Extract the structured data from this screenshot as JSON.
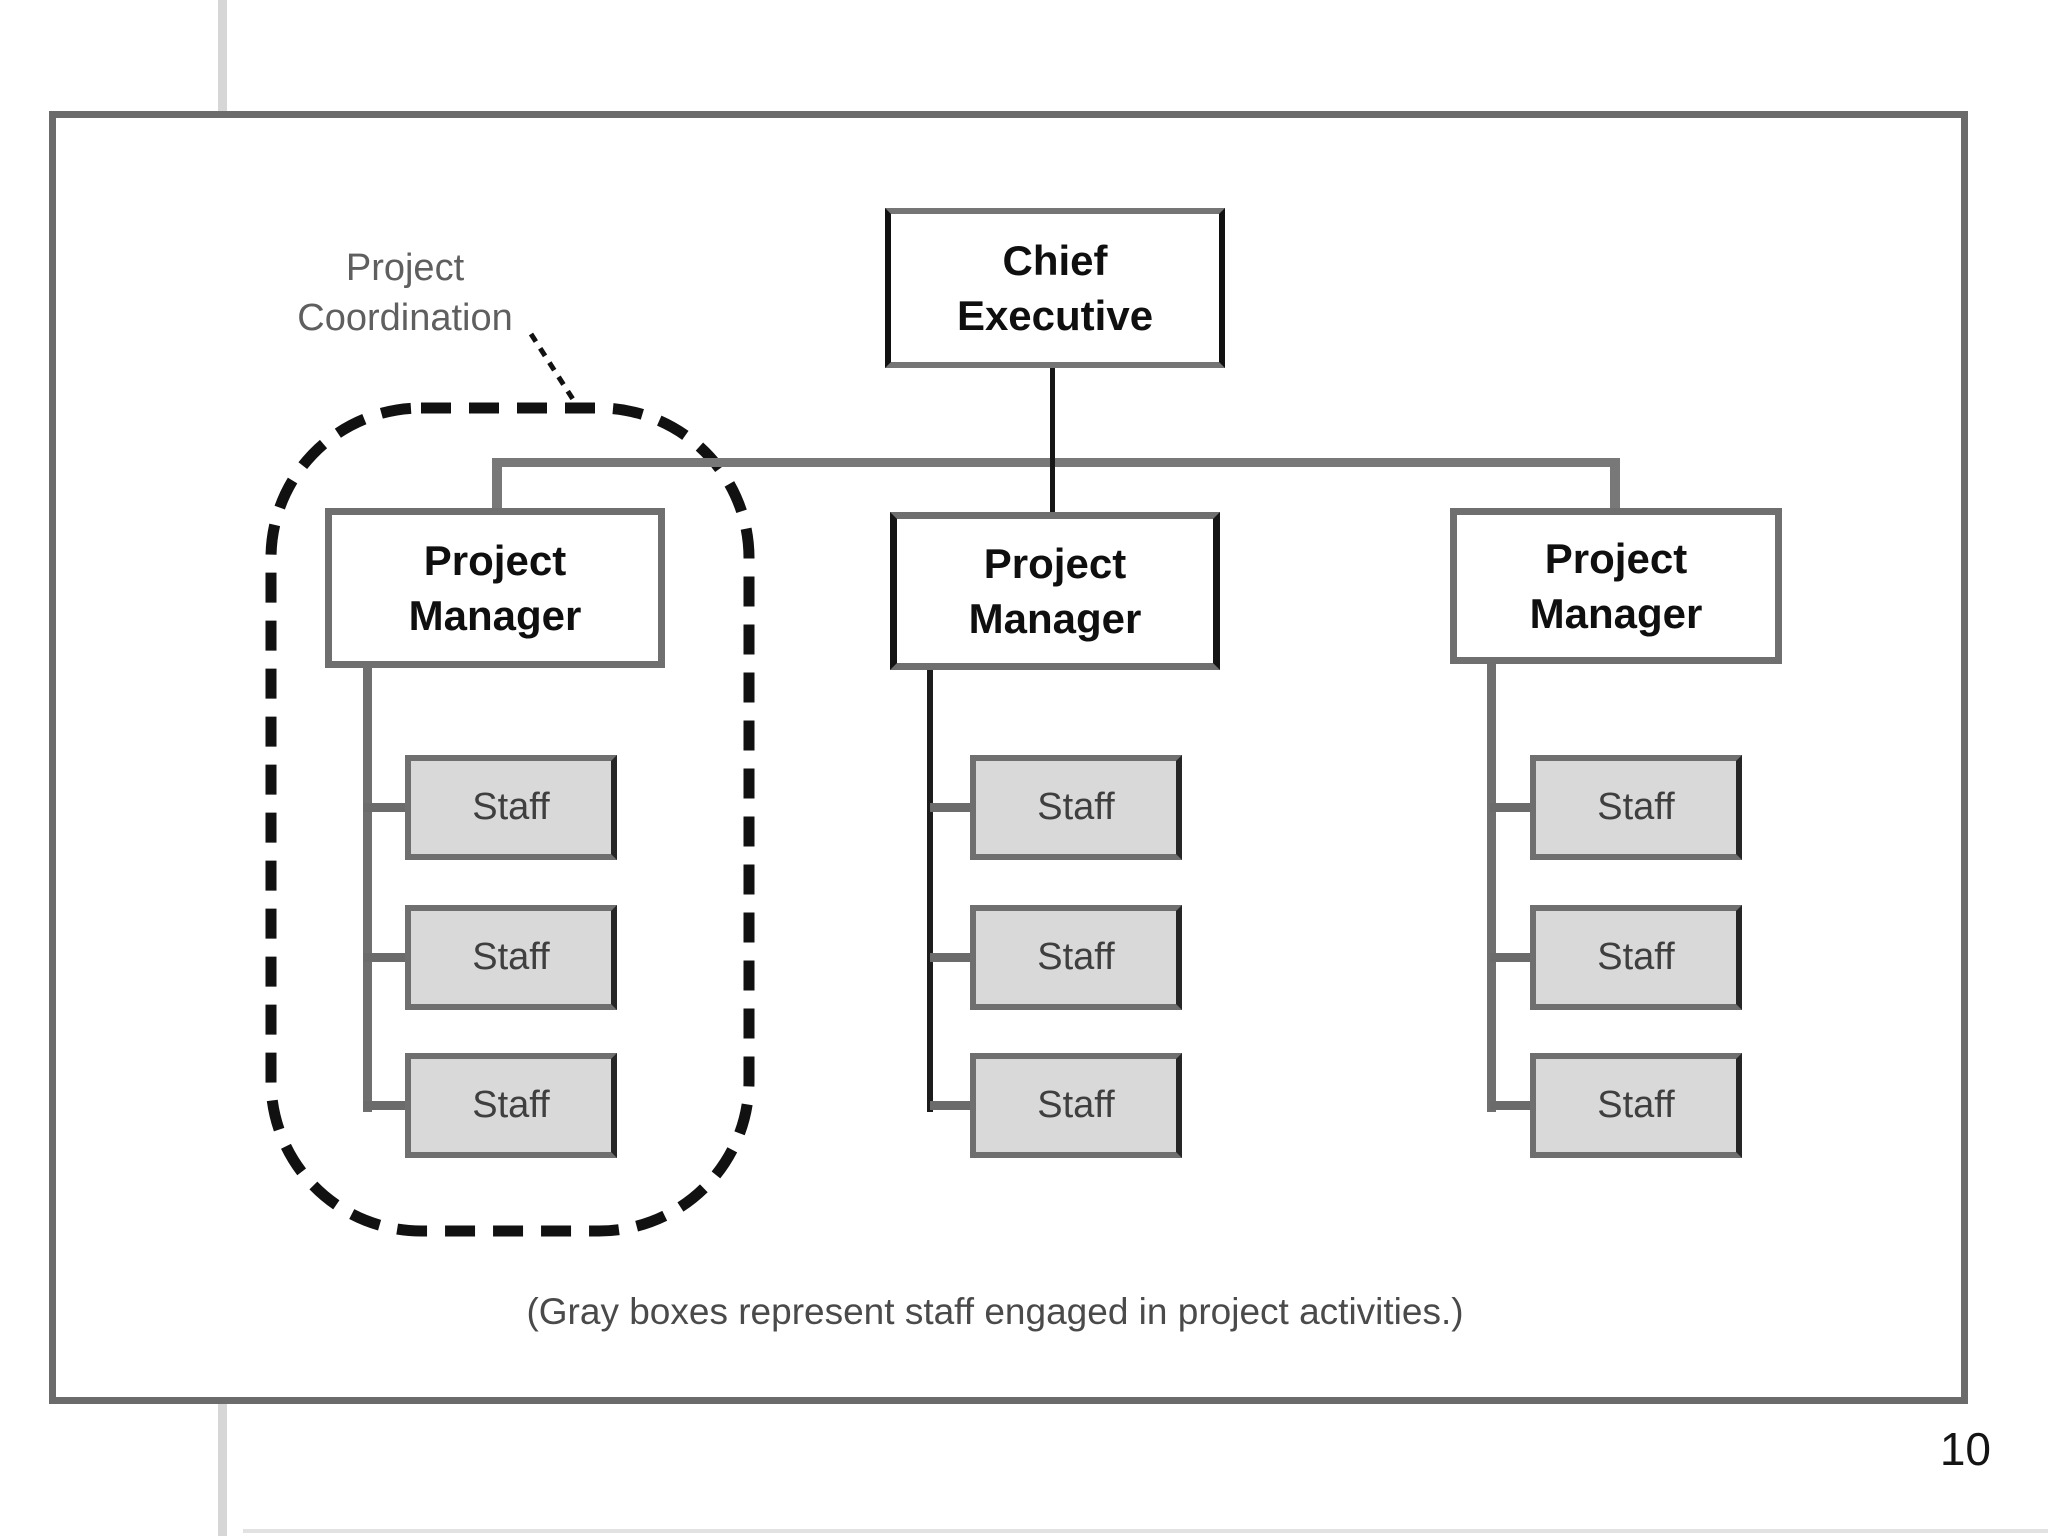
{
  "slide": {
    "page_number": "10",
    "caption": "(Gray boxes represent staff engaged in project activities.)"
  },
  "diagram": {
    "coordination_label": {
      "line1": "Project",
      "line2": "Coordination"
    },
    "nodes": {
      "chief_executive": {
        "line1": "Chief",
        "line2": "Executive"
      },
      "project_manager": {
        "line1": "Project",
        "line2": "Manager"
      },
      "staff": "Staff"
    },
    "structure": {
      "root": "Chief Executive",
      "children_per_manager": 3,
      "managers": 3,
      "coordination_group": "Project Manager 1 with 3 Staff"
    },
    "colors": {
      "box_border_gray": "#6f6f6f",
      "staff_fill": "#d9d9d9",
      "connector_gray": "#787878",
      "connector_black": "#161616",
      "dashed_outline": "#111111",
      "label_gray": "#5f5f5f",
      "guide_line_gray": "#d6d6d6"
    }
  }
}
